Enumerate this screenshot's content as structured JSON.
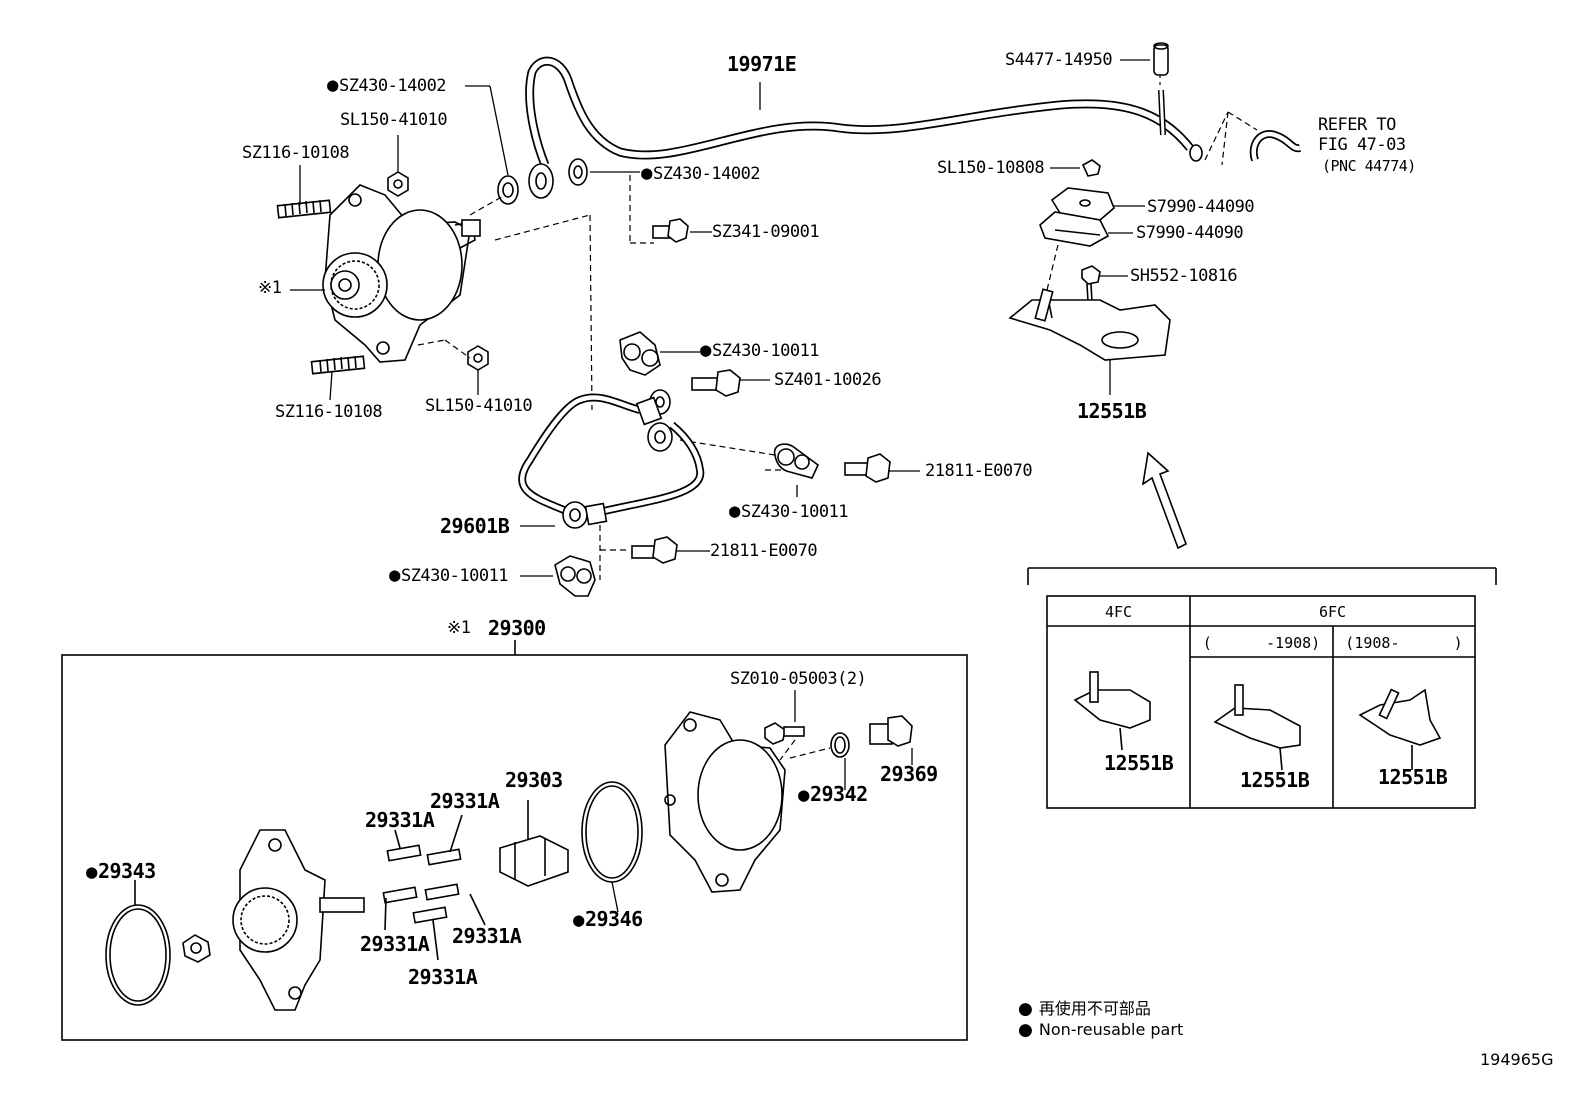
{
  "labels": {
    "pipe_main": "19971E",
    "sz430_top": "SZ430-14002",
    "sl150_top": "SL150-41010",
    "sz116_top": "SZ116-10108",
    "ref1_left": "※1",
    "sz116_bottom": "SZ116-10108",
    "sl150_bottom": "SL150-41010",
    "sz430_mid": "SZ430-14002",
    "sz341": "SZ341-09001",
    "s4477": "S4477-14950",
    "refer_to": "REFER TO",
    "fig": "FIG 47-03",
    "pnc": "(PNC 44774)",
    "sl150_10808": "SL150-10808",
    "s7990_a": "S7990-44090",
    "s7990_b": "S7990-44090",
    "sh552": "SH552-10816",
    "bracket_main": "12551B",
    "sz430_10011_a": "SZ430-10011",
    "sz401": "SZ401-10026",
    "e0070_a": "21811-E0070",
    "sz430_10011_b": "SZ430-10011",
    "hose_29601b": "29601B",
    "e0070_b": "21811-E0070",
    "sz430_10011_c": "SZ430-10011",
    "ref1_box": "※1",
    "assy_29300": "29300",
    "sz010": "SZ010-05003(2)",
    "p29369": "29369",
    "p29342": "29342",
    "p29303": "29303",
    "p29331a_1": "29331A",
    "p29331a_2": "29331A",
    "p29331a_3": "29331A",
    "p29331a_4": "29331A",
    "p29331a_5": "29331A",
    "p29343": "29343",
    "p29346": "29346"
  },
  "variant_table": {
    "col_4fc": "4FC",
    "col_6fc": "6FC",
    "sub_left": "(      -1908)",
    "sub_right": "(1908-      )",
    "part_a": "12551B",
    "part_b": "12551B",
    "part_c": "12551B"
  },
  "legend": {
    "line_jp": "再使用不可部品",
    "line_en": "Non-reusable part",
    "bullet_icon": "filled-circle"
  },
  "image_id": "194965G"
}
